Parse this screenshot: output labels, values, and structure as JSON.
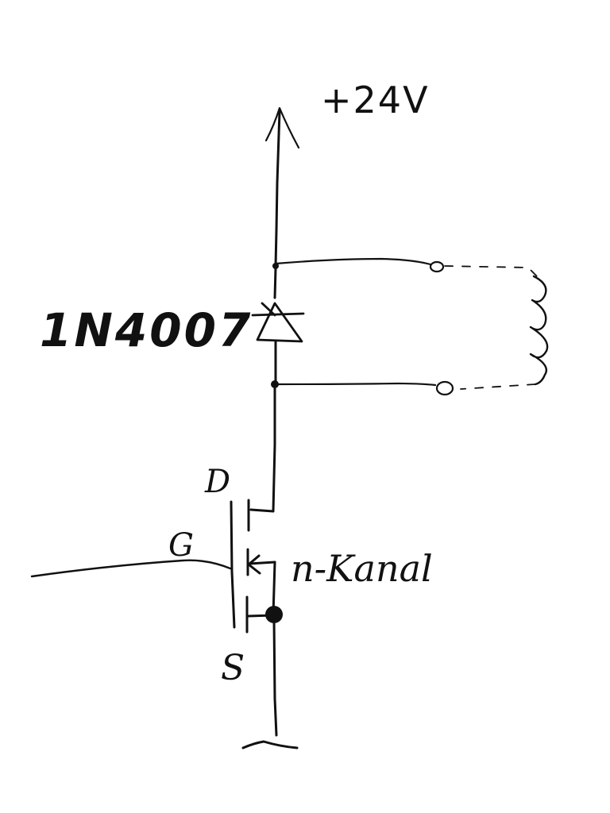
{
  "diagram": {
    "supply_label": "+24V",
    "diode_label": "1N4007",
    "drain_label": "D",
    "gate_label": "G",
    "source_label": "S",
    "channel_label": "n-Kanal"
  },
  "colors": {
    "ink": "#111111",
    "paper": "#ffffff"
  }
}
